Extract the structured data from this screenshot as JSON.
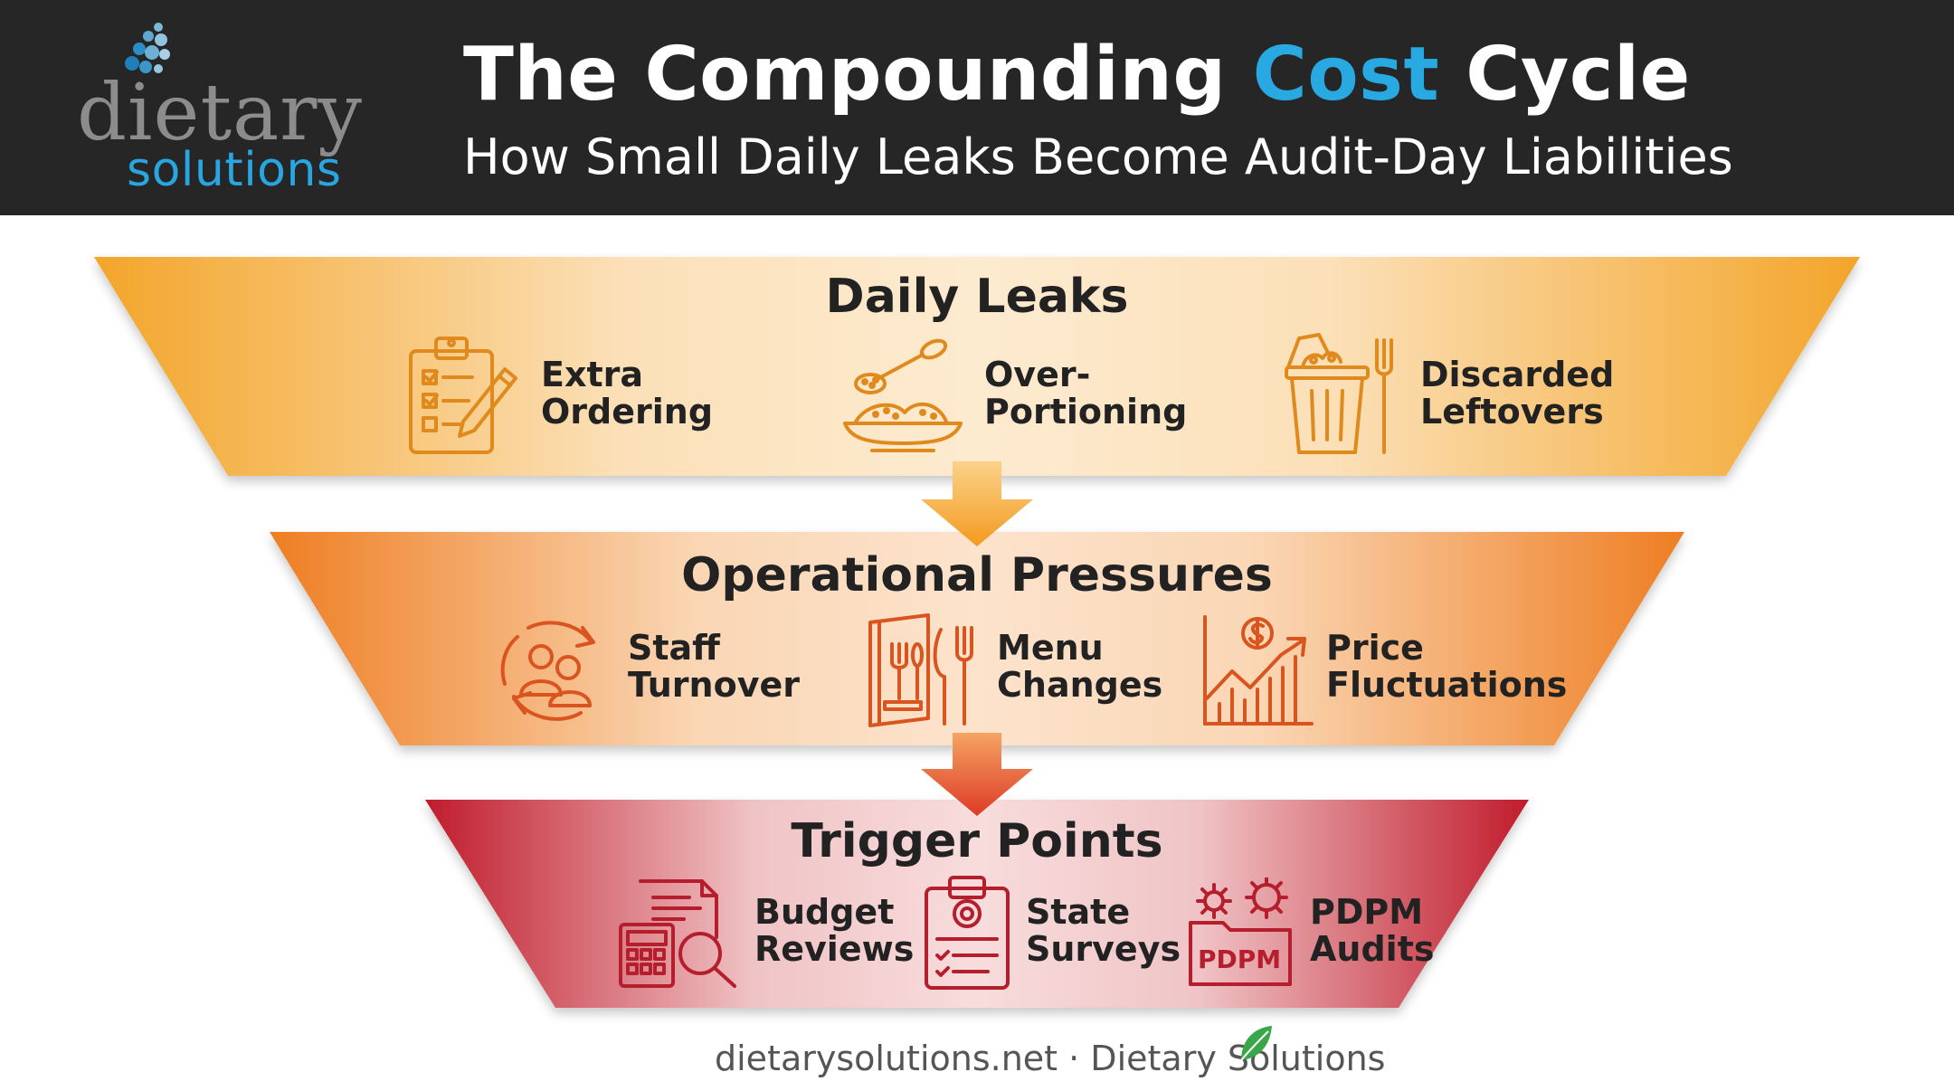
{
  "header": {
    "logo_word": "dietary",
    "logo_sub": "solutions",
    "title_part1": "The Compounding ",
    "title_accent": "Cost",
    "title_part2": " Cycle",
    "subtitle": "How Small Daily Leaks Become Audit-Day Liabilities"
  },
  "tiers": [
    {
      "title": "Daily Leaks",
      "items": [
        {
          "label": "Extra\nOrdering",
          "icon": "clipboard-checklist-icon"
        },
        {
          "label": "Over-\nPortioning",
          "icon": "plate-spoon-icon"
        },
        {
          "label": "Discarded\nLeftovers",
          "icon": "trash-can-fork-icon"
        }
      ]
    },
    {
      "title": "Operational Pressures",
      "items": [
        {
          "label": "Staff\nTurnover",
          "icon": "staff-cycle-icon"
        },
        {
          "label": "Menu\nChanges",
          "icon": "menu-utensils-icon"
        },
        {
          "label": "Price\nFluctuations",
          "icon": "price-chart-icon"
        }
      ]
    },
    {
      "title": "Trigger Points",
      "items": [
        {
          "label": "Budget\nReviews",
          "icon": "calculator-magnifier-icon"
        },
        {
          "label": "State\nSurveys",
          "icon": "survey-clipboard-icon"
        },
        {
          "label": "PDPM\nAudits",
          "icon": "pdpm-folder-icon",
          "badge": "PDPM"
        }
      ]
    }
  ],
  "footer": "dietarysolutions.net · Dietary Solutions",
  "colors": {
    "header_bg": "#262626",
    "accent_blue": "#29a9e1",
    "tier1": "#f5b53c",
    "tier2": "#f08a2c",
    "tier3": "#c8202e",
    "leaf_green": "#3aa64a"
  }
}
